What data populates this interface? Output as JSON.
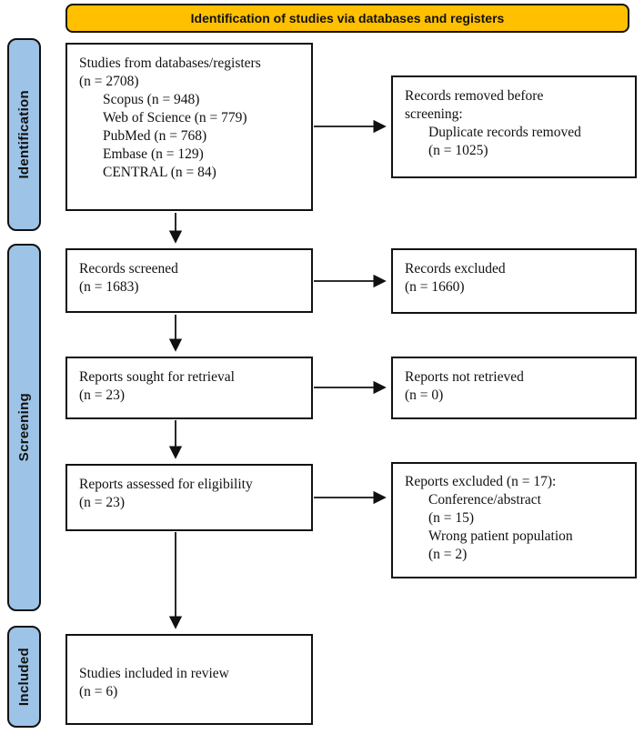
{
  "header": {
    "title": "Identification of studies via databases and registers"
  },
  "stages": [
    {
      "label": "Identification"
    },
    {
      "label": "Screening"
    },
    {
      "label": "Included"
    }
  ],
  "colors": {
    "banner_bg": "#FFC000",
    "stage_bg": "#9DC3E6",
    "line": "#111111"
  },
  "boxes": {
    "identified": {
      "lines": [
        "Studies from databases/registers",
        "(n = 2708)"
      ],
      "items": [
        "Scopus (n = 948)",
        "Web of Science (n = 779)",
        "PubMed (n = 768)",
        "Embase (n = 129)",
        "CENTRAL (n = 84)"
      ]
    },
    "removed": {
      "lines": [
        "Records removed before",
        "screening:"
      ],
      "items": [
        "Duplicate records removed",
        "(n = 1025)"
      ]
    },
    "screened": {
      "lines": [
        "Records screened",
        "(n = 1683)"
      ]
    },
    "excluded": {
      "lines": [
        "Records excluded",
        "(n = 1660)"
      ]
    },
    "sought": {
      "lines": [
        "Reports sought for retrieval",
        "(n = 23)"
      ]
    },
    "not_retrieved": {
      "lines": [
        "Reports not retrieved",
        "(n = 0)"
      ]
    },
    "assessed": {
      "lines": [
        "Reports assessed for eligibility",
        "(n = 23)"
      ]
    },
    "reports_excluded": {
      "lines": [
        "Reports excluded (n = 17):"
      ],
      "items": [
        "Conference/abstract",
        "(n = 15)",
        "Wrong patient population",
        "(n = 2)"
      ]
    },
    "included": {
      "lines": [
        "Studies included in review",
        "(n = 6)"
      ]
    }
  }
}
